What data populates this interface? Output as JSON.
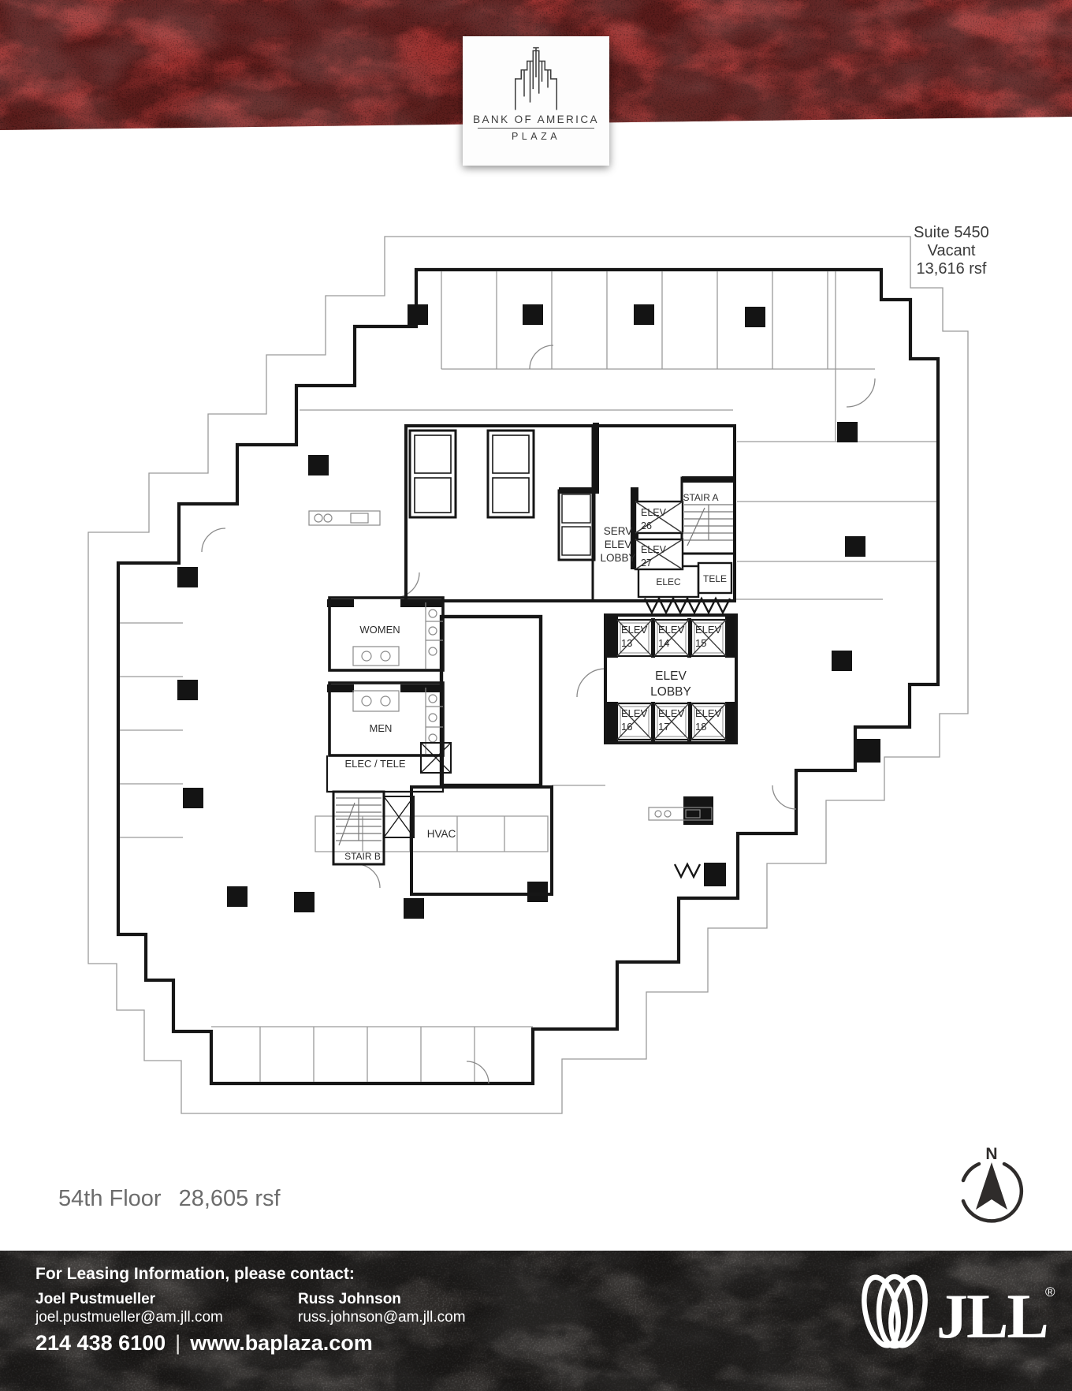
{
  "header": {
    "logo": {
      "line1": "BANK OF AMERICA",
      "line2": "PLAZA"
    }
  },
  "plan": {
    "suite_callout": {
      "line1": "Suite 5450",
      "line2": "Vacant",
      "line3": "13,616 rsf"
    },
    "rooms": {
      "stair_a": "STAIR A",
      "serv_lobby": [
        "SERV",
        "ELEV",
        "LOBBY"
      ],
      "elec": "ELEC",
      "tele": "TELE",
      "women": "WOMEN",
      "men": "MEN",
      "elec_tele": "ELEC / TELE",
      "stair_b": "STAIR B",
      "hvac": "HVAC",
      "elev_lobby": [
        "ELEV",
        "LOBBY"
      ]
    },
    "elevators": {
      "serv": [
        {
          "l1": "ELEV",
          "l2": "26"
        },
        {
          "l1": "ELEV",
          "l2": "27"
        }
      ],
      "top": [
        {
          "l1": "ELEV",
          "l2": "13"
        },
        {
          "l1": "ELEV",
          "l2": "14"
        },
        {
          "l1": "ELEV",
          "l2": "15"
        }
      ],
      "bottom": [
        {
          "l1": "ELEV",
          "l2": "16"
        },
        {
          "l1": "ELEV",
          "l2": "17"
        },
        {
          "l1": "ELEV",
          "l2": "18"
        }
      ]
    },
    "compass": "N"
  },
  "floor_info": {
    "floor": "54th Floor",
    "area": "28,605 rsf"
  },
  "footer": {
    "heading": "For Leasing Information, please contact:",
    "contacts": [
      {
        "name": "Joel Pustmueller",
        "email": "joel.pustmueller@am.jll.com"
      },
      {
        "name": "Russ Johnson",
        "email": "russ.johnson@am.jll.com"
      }
    ],
    "phone": "214 438 6100",
    "separator": "|",
    "website": "www.baplaza.com",
    "brand": "JLL",
    "registered": "®"
  },
  "colors": {
    "banner_red": "#9e3230",
    "footer_dark": "#2d2a28",
    "plan_line": "#161616",
    "muted_text": "#6c6c6c"
  }
}
